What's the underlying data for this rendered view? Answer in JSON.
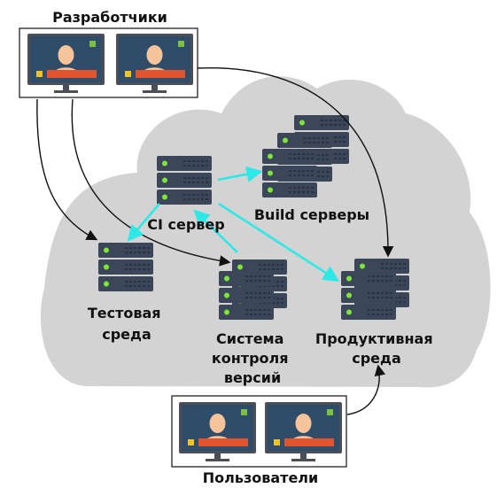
{
  "labels": {
    "developers": "Разработчики",
    "users": "Пользователи",
    "ci_server": "CI сервер",
    "build_servers": "Build серверы",
    "test_env": [
      "Тестовая",
      "среда"
    ],
    "vcs": [
      "Система",
      "контроля",
      "версий"
    ],
    "prod_env": [
      "Продуктивная",
      "среда"
    ]
  },
  "colors": {
    "cloud": "#d3d3d3",
    "server_body": "#3b4758",
    "server_grille": "#2a3441",
    "server_light": "#7ee53a",
    "screen": "#2f4d68",
    "monitor_frame": "#4a4f57",
    "person_skin": "#f6c49b",
    "person_shirt": "#e0552f",
    "sticky_yellow": "#f2c326",
    "sticky_green": "#7cc142",
    "black_arrow": "#111111",
    "cyan_arrow": "#2ee8e8"
  },
  "icons": {
    "workstation": "monitor-with-person-icon",
    "server": "rack-server-icon",
    "cloud": "cloud-shape"
  }
}
